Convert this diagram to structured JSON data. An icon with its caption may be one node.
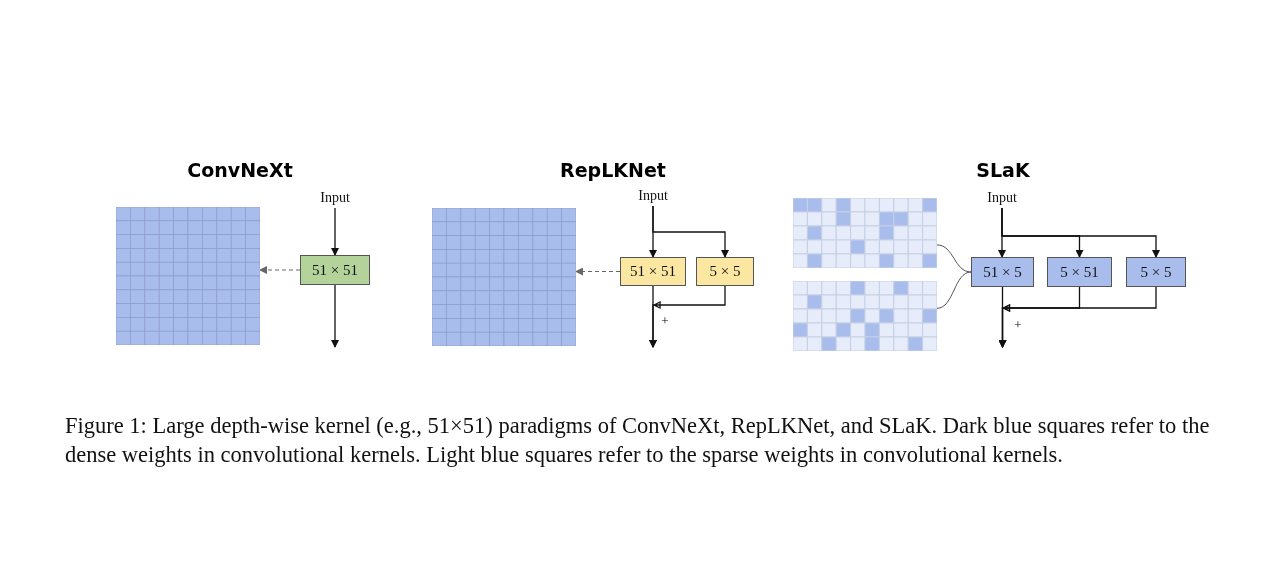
{
  "diagram": {
    "caption": "Figure 1: Large depth-wise kernel (e.g., 51×51) paradigms of ConvNeXt, RepLKNet, and SLaK. Dark blue squares refer to the dense weights in convolutional kernels. Light blue squares refer to the sparse weights in convolutional kernels.",
    "nodes": [
      {
        "text": [],
        "shape": "picture"
      },
      {
        "text": [
          "Input"
        ]
      },
      {
        "text": [
          "51 × 51"
        ]
      },
      {
        "text": [],
        "shape": "picture"
      },
      {
        "text": [
          "Input"
        ]
      },
      {
        "text": [
          "51 × 51"
        ]
      },
      {
        "text": [
          "5 × 5"
        ]
      },
      {
        "text": [],
        "shape": "picture"
      },
      {
        "text": [],
        "shape": "picture"
      },
      {
        "text": [
          "Input"
        ]
      },
      {
        "text": [
          "51 × 5"
        ]
      },
      {
        "text": [
          "5 × 51"
        ]
      },
      {
        "text": [
          "5 × 5"
        ]
      }
    ],
    "edges": [
      {
        "from": 1,
        "to": 2,
        "arrow": "to"
      },
      {
        "from": 2,
        "to": null,
        "arrow": "to"
      },
      {
        "from": 2,
        "to": 0,
        "arrow": "to",
        "style": "dashed",
        "color": "#666666"
      },
      {
        "from": 4,
        "to": 5,
        "arrow": "to"
      },
      {
        "from": 4,
        "to": 6,
        "arrow": "to"
      },
      {
        "from": 5,
        "to": null,
        "arrow": "to"
      },
      {
        "from": 6,
        "to": null,
        "arrow": "to"
      },
      {
        "from": 5,
        "to": 3,
        "arrow": "to",
        "style": "dashed",
        "color": "#666666"
      },
      {
        "from": 7,
        "to": 10,
        "arrow": "none",
        "color": "#555555"
      },
      {
        "from": 8,
        "to": 10,
        "arrow": "none",
        "color": "#555555"
      },
      {
        "from": 9,
        "to": 10,
        "arrow": "to"
      },
      {
        "from": 9,
        "to": 11,
        "arrow": "to"
      },
      {
        "from": 9,
        "to": 12,
        "arrow": "to"
      },
      {
        "from": 10,
        "to": null,
        "arrow": "to"
      },
      {
        "from": 11,
        "to": null,
        "arrow": "to"
      },
      {
        "from": 12,
        "to": null,
        "arrow": "to"
      }
    ],
    "labels": [
      "ConvNeXt",
      "RepLKNet",
      "SLaK",
      "+",
      "+"
    ]
  }
}
